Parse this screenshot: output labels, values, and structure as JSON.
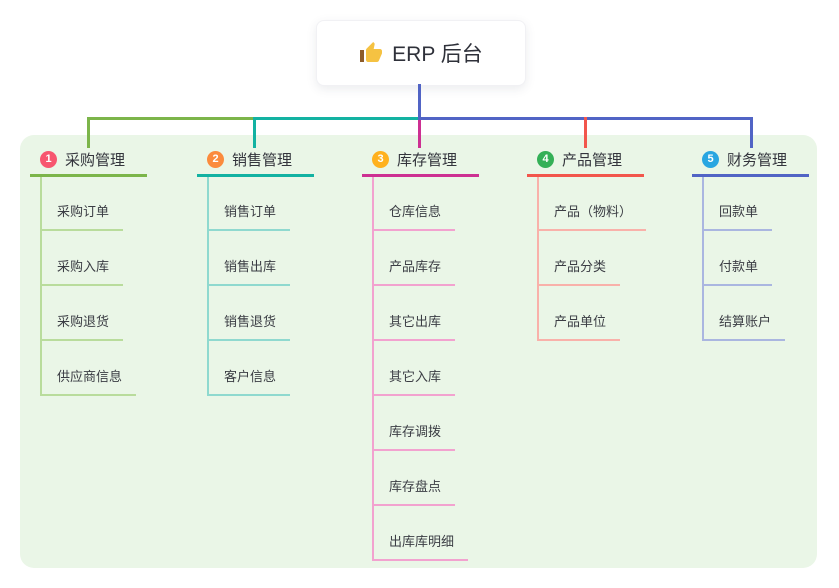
{
  "root": {
    "title": "ERP 后台",
    "icon": "thumbs-up",
    "icon_color": "#f5c242"
  },
  "panel": {
    "background": "#eaf6e7"
  },
  "text_colors": {
    "title": "#33343c",
    "child": "#3b3d44"
  },
  "branches": [
    {
      "badge": "1",
      "title": "采购管理",
      "color": "#7cb54a",
      "light_color": "#b9dc9c",
      "badge_color": "#f7566f",
      "children": [
        "采购订单",
        "采购入库",
        "采购退货",
        "供应商信息"
      ]
    },
    {
      "badge": "2",
      "title": "销售管理",
      "color": "#13b2a2",
      "light_color": "#8fd9cf",
      "badge_color": "#fb8b3d",
      "children": [
        "销售订单",
        "销售出库",
        "销售退货",
        "客户信息"
      ]
    },
    {
      "badge": "3",
      "title": "库存管理",
      "color": "#cd3092",
      "light_color": "#f2a2cf",
      "badge_color": "#ffb11e",
      "children": [
        "仓库信息",
        "产品库存",
        "其它出库",
        "其它入库",
        "库存调拨",
        "库存盘点",
        "出库库明细"
      ]
    },
    {
      "badge": "4",
      "title": "产品管理",
      "color": "#f2564c",
      "light_color": "#f9b1aa",
      "badge_color": "#34b057",
      "children": [
        "产品（物料）",
        "产品分类",
        "产品单位"
      ]
    },
    {
      "badge": "5",
      "title": "财务管理",
      "color": "#5164c5",
      "light_color": "#aab6e0",
      "badge_color": "#29a6e1",
      "children": [
        "回款单",
        "付款单",
        "结算账户"
      ]
    }
  ]
}
